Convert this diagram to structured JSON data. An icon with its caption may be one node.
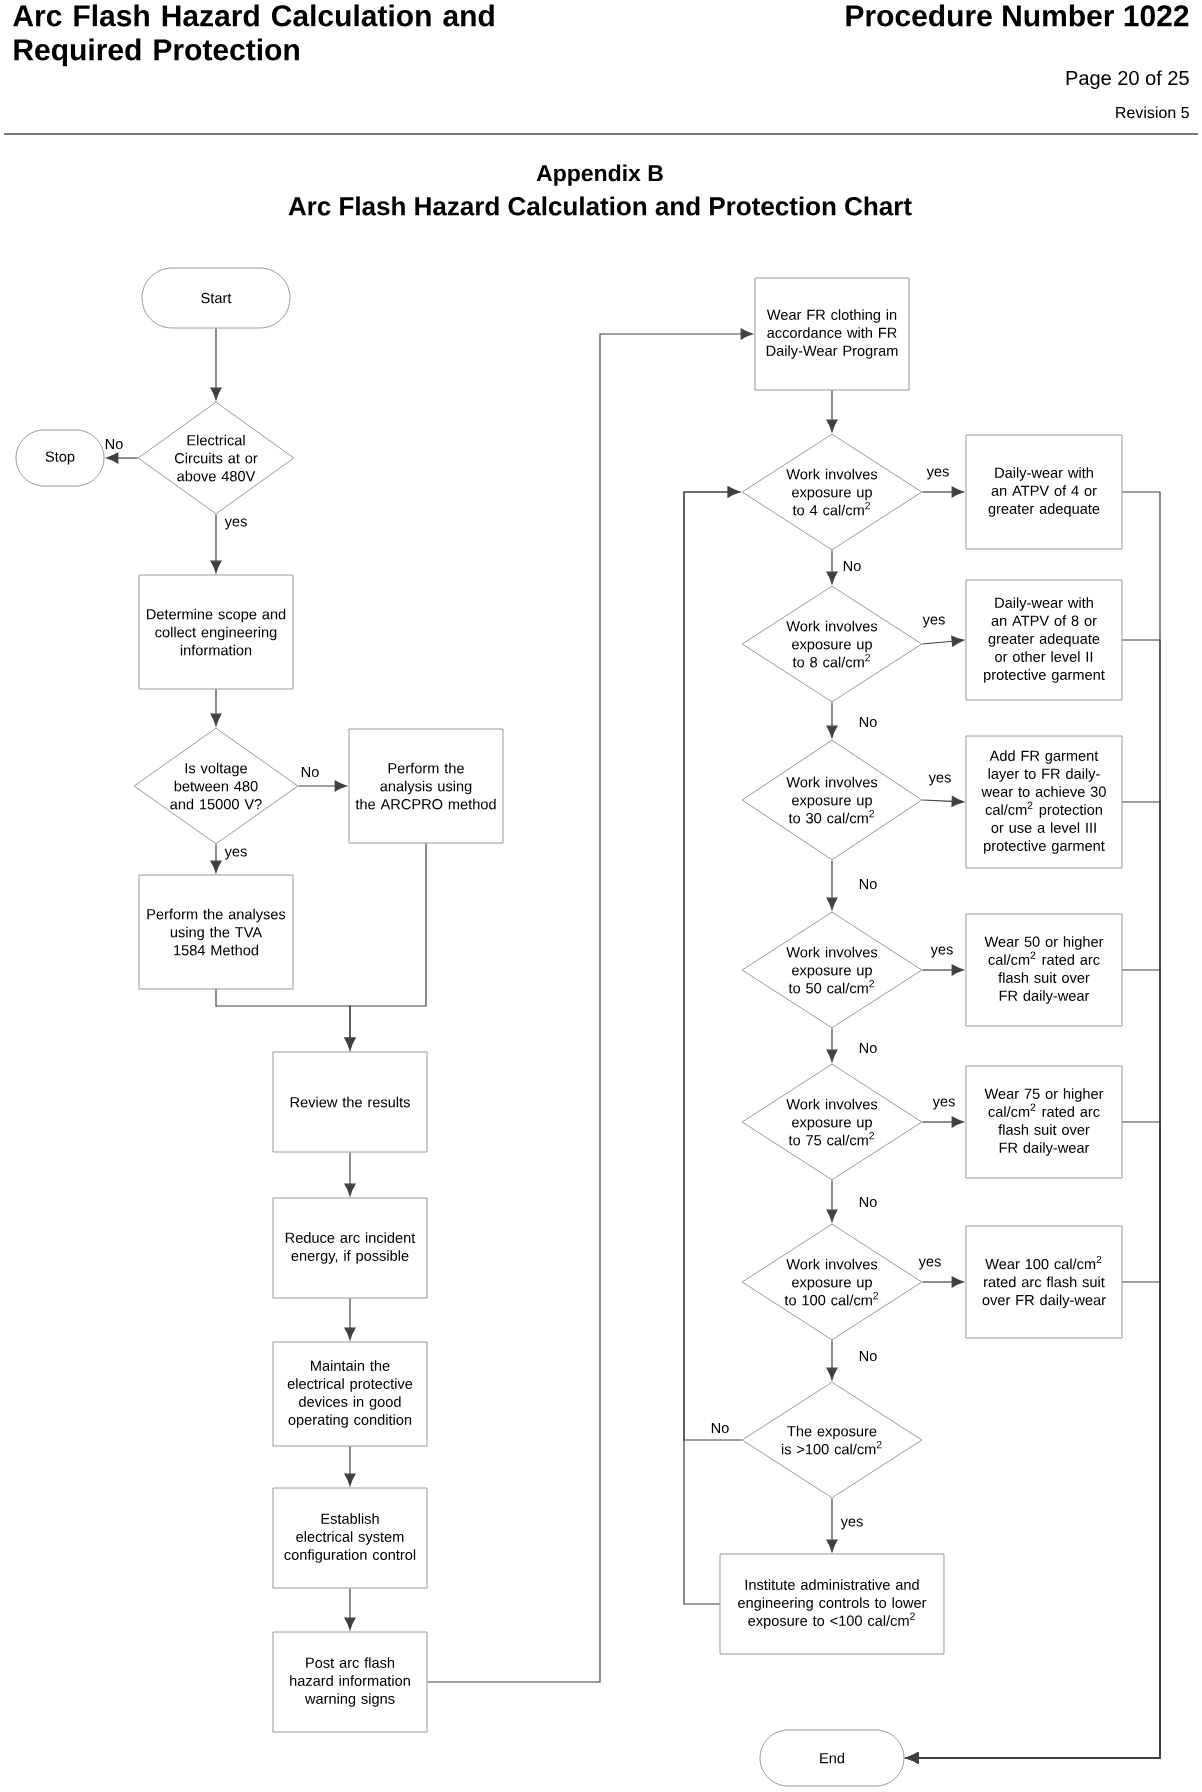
{
  "diagram": {
    "title": "Arc Flash Hazard Calculation and Protection Chart",
    "labels": [
      "Arc Flash Hazard Calculation and Required Protection",
      "Procedure Number 1022",
      "Page 20 of 25",
      "Revision 5",
      "Appendix B"
    ],
    "nodes": [
      {
        "text": [
          "Start"
        ]
      },
      {
        "text": [
          "Stop"
        ]
      },
      {
        "text": [
          "Electrical Circuits at or above 480V"
        ]
      },
      {
        "text": [
          "Determine scope and collect engineering information"
        ]
      },
      {
        "text": [
          "Is voltage between 480 and 15000 V?"
        ]
      },
      {
        "text": [
          "Perform the analysis using the ARCPRO method"
        ]
      },
      {
        "text": [
          "Perform the analyses using the TVA 1584 Method"
        ]
      },
      {
        "text": [
          "Review the results"
        ]
      },
      {
        "text": [
          "Reduce arc incident energy, if possible"
        ]
      },
      {
        "text": [
          "Maintain the electrical protective devices in good operating condition"
        ]
      },
      {
        "text": [
          "Establish electrical system configuration control"
        ]
      },
      {
        "text": [
          "Post arc flash hazard information warning signs"
        ]
      },
      {
        "text": [
          "Wear FR clothing in accordance with FR Daily-Wear Program"
        ]
      },
      {
        "text": [
          "Work involves exposure up to 4 cal/cm$^{2}$"
        ]
      },
      {
        "text": [
          "Daily-wear with an ATPV of 4 or greater adequate"
        ]
      },
      {
        "text": [
          "Work involves exposure up to 8 cal/cm$^{2}$"
        ]
      },
      {
        "text": [
          "Daily-wear with an ATPV of 8 or greater adequate or other level II protective garment"
        ]
      },
      {
        "text": [
          "Work involves exposure up to 30 cal/cm$^{2}$"
        ]
      },
      {
        "text": [
          "Add FR garment layer to FR daily-wear to achieve 30 cal/cm$^{2}$ protection or use a level III protective garment"
        ]
      },
      {
        "text": [
          "Work involves exposure up to 50 cal/cm$^{2}$"
        ]
      },
      {
        "text": [
          "Wear 50 or higher cal/cm$^{2}$ rated arc flash suit over FR daily-wear"
        ]
      },
      {
        "text": [
          "Work involves exposure up to 75 cal/cm$^{2}$"
        ]
      },
      {
        "text": [
          "Wear 75 or higher cal/cm$^{2}$ rated arc flash suit over FR daily-wear"
        ]
      },
      {
        "text": [
          "Work involves exposure up to 100 cal/cm$^{2}$"
        ]
      },
      {
        "text": [
          "Wear 100 cal/cm$^{2}$ rated arc flash suit over FR daily-wear"
        ]
      },
      {
        "text": [
          "The exposure is >100 cal/cm$^{2}$"
        ]
      },
      {
        "text": [
          "Institute administrative and engineering controls to lower exposure to <100 cal/cm$^{2}$"
        ]
      },
      {
        "text": [
          "End"
        ]
      }
    ],
    "edges": [
      {
        "from": 0,
        "to": 2,
        "arrow": "to"
      },
      {
        "from": 2,
        "to": 1,
        "arrow": "to",
        "label": "No"
      },
      {
        "from": 2,
        "to": 3,
        "arrow": "to",
        "label": "yes"
      },
      {
        "from": 3,
        "to": 4,
        "arrow": "to"
      },
      {
        "from": 4,
        "to": 5,
        "arrow": "to",
        "label": "No"
      },
      {
        "from": 4,
        "to": 6,
        "arrow": "to",
        "label": "yes"
      },
      {
        "from": 6,
        "to": 7,
        "arrow": "to"
      },
      {
        "from": 5,
        "to": 7,
        "arrow": "to"
      },
      {
        "from": 7,
        "to": 8,
        "arrow": "to"
      },
      {
        "from": 8,
        "to": 9,
        "arrow": "to"
      },
      {
        "from": 9,
        "to": 10,
        "arrow": "to"
      },
      {
        "from": 10,
        "to": 11,
        "arrow": "to"
      },
      {
        "from": 11,
        "to": 12,
        "arrow": "to"
      },
      {
        "from": 12,
        "to": 13,
        "arrow": "to"
      },
      {
        "from": 13,
        "to": 14,
        "arrow": "to",
        "label": "yes"
      },
      {
        "from": 13,
        "to": 15,
        "arrow": "to",
        "label": "No"
      },
      {
        "from": 15,
        "to": 16,
        "arrow": "to",
        "label": "yes"
      },
      {
        "from": 15,
        "to": 17,
        "arrow": "to",
        "label": "No"
      },
      {
        "from": 17,
        "to": 18,
        "arrow": "to",
        "label": "yes"
      },
      {
        "from": 17,
        "to": 19,
        "arrow": "to",
        "label": "No"
      },
      {
        "from": 19,
        "to": 20,
        "arrow": "to",
        "label": "yes"
      },
      {
        "from": 19,
        "to": 21,
        "arrow": "to",
        "label": "No"
      },
      {
        "from": 21,
        "to": 22,
        "arrow": "to",
        "label": "yes"
      },
      {
        "from": 21,
        "to": 23,
        "arrow": "to",
        "label": "No"
      },
      {
        "from": 23,
        "to": 24,
        "arrow": "to",
        "label": "yes"
      },
      {
        "from": 23,
        "to": 25,
        "arrow": "to",
        "label": "No"
      },
      {
        "from": 25,
        "to": 26,
        "arrow": "to",
        "label": "yes"
      },
      {
        "from": 25,
        "to": 13,
        "arrow": "to",
        "label": "No"
      },
      {
        "from": 26,
        "to": 13,
        "arrow": "to"
      },
      {
        "from": 14,
        "to": 27,
        "arrow": "to"
      },
      {
        "from": 16,
        "to": 27,
        "arrow": "to"
      },
      {
        "from": 18,
        "to": 27,
        "arrow": "to"
      },
      {
        "from": 20,
        "to": 27,
        "arrow": "to"
      },
      {
        "from": 22,
        "to": 27,
        "arrow": "to"
      },
      {
        "from": 24,
        "to": 27,
        "arrow": "to"
      }
    ]
  }
}
